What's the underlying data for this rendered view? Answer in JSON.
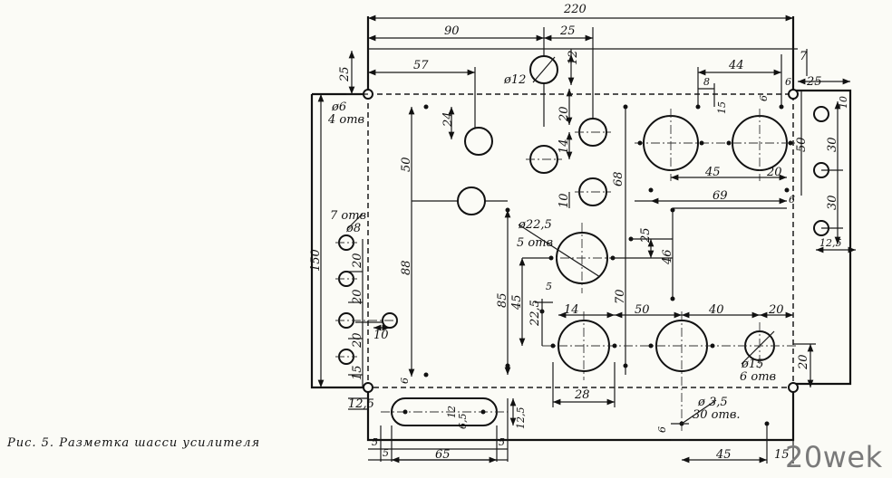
{
  "caption": "Рис. 5. Разметка шасси усилителя",
  "watermark": "20wek",
  "dims": {
    "d220": "220",
    "d90": "90",
    "d25t": "25",
    "d12t": "12",
    "phi12": "ø12",
    "d7": "7",
    "d44": "44",
    "d57": "57",
    "d25l": "25",
    "d8": "8",
    "d6r": "6",
    "d25r": "25",
    "d6c": "6",
    "d15": "15",
    "phi6": "ø6",
    "otv4": "4 отв",
    "d24": "24",
    "d20a": "20",
    "d10r": "10",
    "d50l": "50",
    "d14": "14",
    "d50r": "50",
    "d30a": "30",
    "d45t": "45",
    "d20t": "20",
    "d68": "68",
    "d69": "69",
    "d6d": "6",
    "d10b": "10",
    "d30b": "30",
    "otv7": "7 отв",
    "phi8": "ø8",
    "phi225": "ø22,5",
    "otv5": "5 отв",
    "d25m": "25",
    "d125r": "12,5",
    "d150": "150",
    "d20l1": "20",
    "d88": "88",
    "d46": "46",
    "d20l2": "20",
    "d5": "5",
    "d85": "85",
    "d45l": "45",
    "d225": "22,5",
    "d14b": "14",
    "d50b": "50",
    "d40": "40",
    "d20b": "20",
    "d70": "70",
    "d20l3": "20",
    "d10l": "10",
    "phi15": "ø15",
    "otv6": "6 отв",
    "d15l": "15",
    "d20rb": "20",
    "d6l": "6",
    "d28": "28",
    "d125": "12,5",
    "d12s": "12",
    "d65s": "6,5",
    "d125b": "12,5",
    "phi35": "ø 3,5",
    "otv30": "30 отв.",
    "d6bb": "6",
    "d5a": "5",
    "d5b": "5",
    "d65": "65",
    "d5c": "5",
    "d45b": "45",
    "d15b": "15"
  }
}
